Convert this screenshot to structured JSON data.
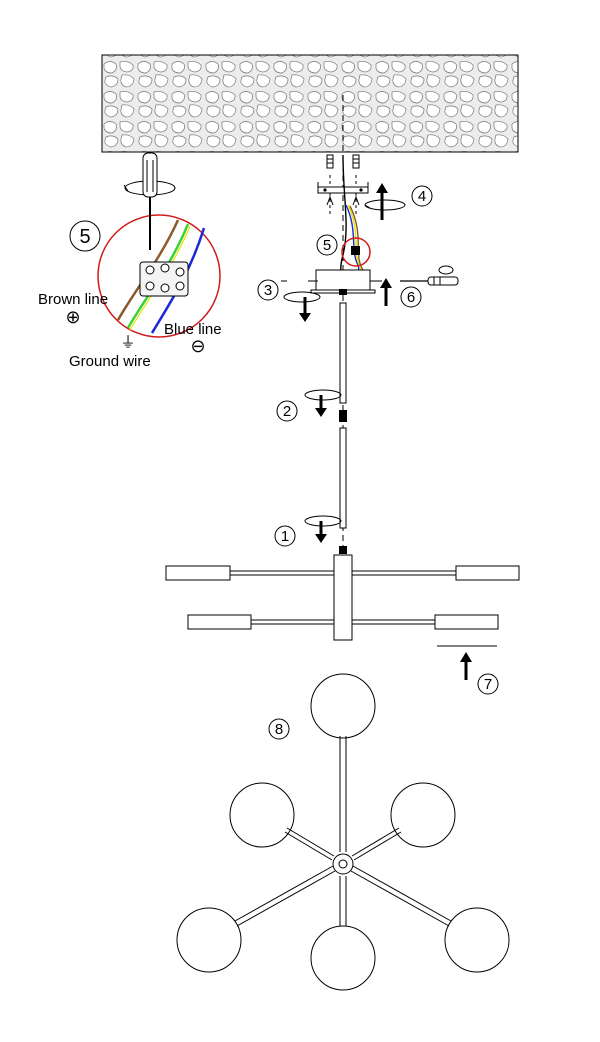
{
  "labels": {
    "brown_line": "Brown line",
    "blue_line": "Blue line",
    "ground_wire": "Ground wire"
  },
  "steps": {
    "s1": "1",
    "s2": "2",
    "s3": "3",
    "s4": "4",
    "s5_detail": "5",
    "s5_inline": "5",
    "s6": "6",
    "s7": "7",
    "s8": "8"
  },
  "symbols": {
    "plus": "⊕",
    "minus": "⊖",
    "ground": "⏚"
  },
  "colors": {
    "wire_brown": "#8B5A2B",
    "wire_blue": "#1a2bd6",
    "wire_green": "#3bd13b",
    "wire_yellow": "#e6e600",
    "detail_circle": "#d11a1a"
  },
  "icons": [
    "ceiling-stone-texture",
    "screwdriver-icon",
    "rotate-arrow-icon",
    "up-arrow-icon",
    "down-arrow-icon",
    "terminal-block-icon"
  ]
}
